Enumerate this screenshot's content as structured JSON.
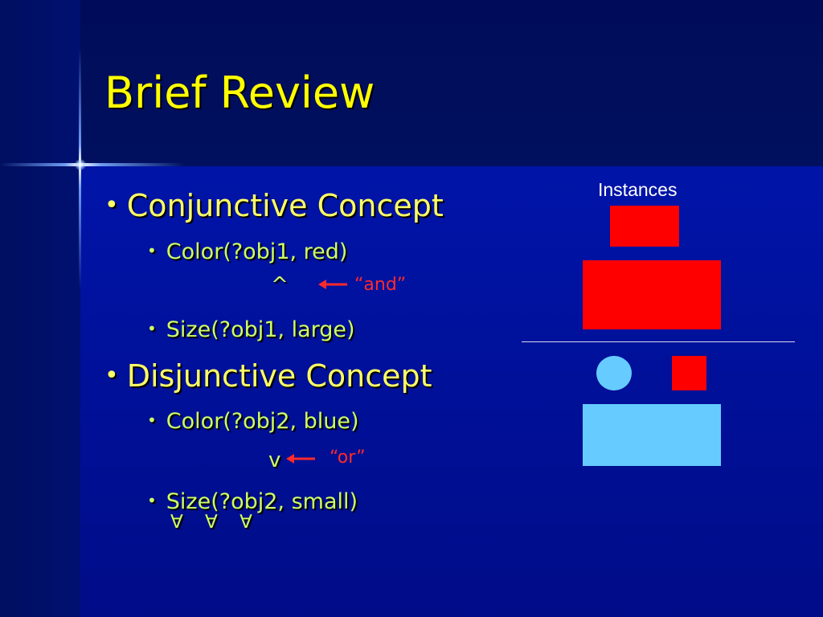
{
  "slide": {
    "title": "Brief Review",
    "bullets": [
      {
        "text": "Conjunctive Concept",
        "sub": [
          {
            "text": "Color(?obj1, red)"
          },
          {
            "text": "Size(?obj1, large)"
          }
        ],
        "operator": "^",
        "operator_note": "“and”"
      },
      {
        "text": "Disjunctive Concept",
        "sub": [
          {
            "text": "Color(?obj2, blue)"
          },
          {
            "text": "Size(?obj2, small)"
          }
        ],
        "operator": "v",
        "operator_note": "“or”"
      }
    ],
    "bullet_glyph": "•",
    "forall_symbols": "∀ ∀ ∀",
    "instances_label": "Instances"
  },
  "colors": {
    "background": "#000b6e",
    "title": "#ffff00",
    "level1_text": "#ffff66",
    "level2_text": "#ccff66",
    "note": "#ff2a2a",
    "red_shape": "#ff0000",
    "blue_shape": "#66ccff",
    "divider": "#d8dcf0"
  },
  "icons": {
    "operator_arrow": "left-arrow-icon",
    "bullet": "bullet-dot-icon",
    "circle": "circle-shape-icon"
  }
}
